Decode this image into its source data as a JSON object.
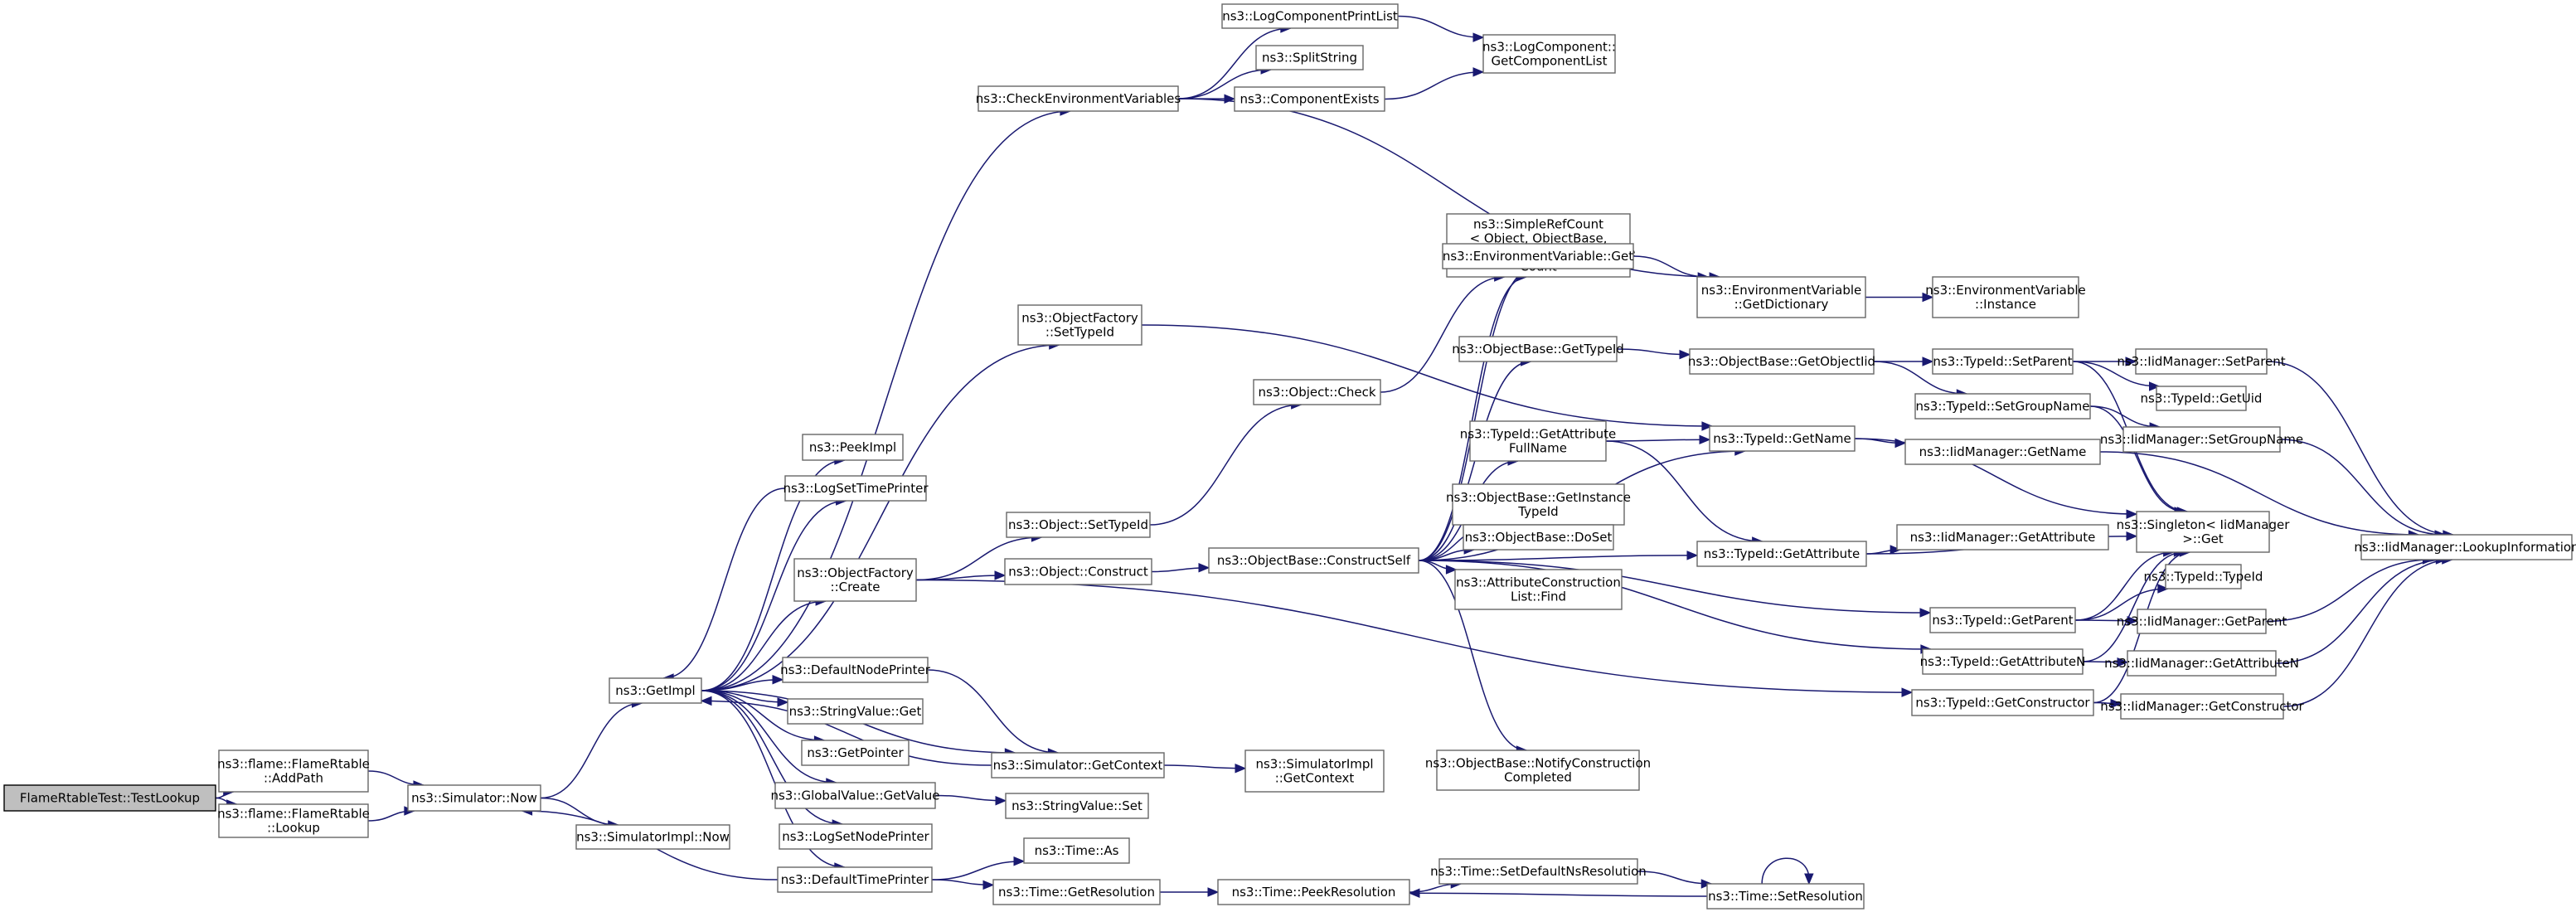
{
  "colors": {
    "edge": "#191970",
    "node_border": "#666666",
    "root_fill": "#bfbfbf"
  },
  "nodes": [
    {
      "id": "root",
      "lines": [
        "FlameRtableTest::TestLookup"
      ]
    },
    {
      "id": "addpath",
      "lines": [
        "ns3::flame::FlameRtable",
        "::AddPath"
      ]
    },
    {
      "id": "lookup",
      "lines": [
        "ns3::flame::FlameRtable",
        "::Lookup"
      ]
    },
    {
      "id": "simnow",
      "lines": [
        "ns3::Simulator::Now"
      ]
    },
    {
      "id": "getimpl",
      "lines": [
        "ns3::GetImpl"
      ]
    },
    {
      "id": "simimplnow",
      "lines": [
        "ns3::SimulatorImpl::Now"
      ]
    },
    {
      "id": "checkenv",
      "lines": [
        "ns3::CheckEnvironmentVariables"
      ]
    },
    {
      "id": "peekimpl",
      "lines": [
        "ns3::PeekImpl"
      ]
    },
    {
      "id": "logsettimeprinter",
      "lines": [
        "ns3::LogSetTimePrinter"
      ]
    },
    {
      "id": "objfactcreate",
      "lines": [
        "ns3::ObjectFactory",
        "::Create"
      ]
    },
    {
      "id": "defnodeprinter",
      "lines": [
        "ns3::DefaultNodePrinter"
      ]
    },
    {
      "id": "stringvalueget",
      "lines": [
        "ns3::StringValue::Get"
      ]
    },
    {
      "id": "getpointer",
      "lines": [
        "ns3::GetPointer"
      ]
    },
    {
      "id": "globalvalueget",
      "lines": [
        "ns3::GlobalValue::GetValue"
      ]
    },
    {
      "id": "logsetnodeprinter",
      "lines": [
        "ns3::LogSetNodePrinter"
      ]
    },
    {
      "id": "deftimeprinter",
      "lines": [
        "ns3::DefaultTimePrinter"
      ]
    },
    {
      "id": "logcompprintlist",
      "lines": [
        "ns3::LogComponentPrintList"
      ]
    },
    {
      "id": "splitstring",
      "lines": [
        "ns3::SplitString"
      ]
    },
    {
      "id": "compexists",
      "lines": [
        "ns3::ComponentExists"
      ]
    },
    {
      "id": "getcomplist",
      "lines": [
        "ns3::LogComponent::",
        "GetComponentList"
      ]
    },
    {
      "id": "objfactsettypeid",
      "lines": [
        "ns3::ObjectFactory",
        "::SetTypeId"
      ]
    },
    {
      "id": "objsettypeid",
      "lines": [
        "ns3::Object::SetTypeId"
      ]
    },
    {
      "id": "objconstruct",
      "lines": [
        "ns3::Object::Construct"
      ]
    },
    {
      "id": "objcheck",
      "lines": [
        "ns3::Object::Check"
      ]
    },
    {
      "id": "simgetcontext",
      "lines": [
        "ns3::Simulator::GetContext"
      ]
    },
    {
      "id": "stringvalueset",
      "lines": [
        "ns3::StringValue::Set"
      ]
    },
    {
      "id": "simimplgetcontext",
      "lines": [
        "ns3::SimulatorImpl",
        "::GetContext"
      ]
    },
    {
      "id": "timeas",
      "lines": [
        "ns3::Time::As"
      ]
    },
    {
      "id": "timegetres",
      "lines": [
        "ns3::Time::GetResolution"
      ]
    },
    {
      "id": "timepeekres",
      "lines": [
        "ns3::Time::PeekResolution"
      ]
    },
    {
      "id": "constructself",
      "lines": [
        "ns3::ObjectBase::ConstructSelf"
      ]
    },
    {
      "id": "simplerefcount",
      "lines": [
        "ns3::SimpleRefCount",
        "< Object, ObjectBase,",
        "ObjectDeleter >::GetReference",
        "Count"
      ]
    },
    {
      "id": "envvarget",
      "lines": [
        "ns3::EnvironmentVariable::Get"
      ]
    },
    {
      "id": "objbasegettypeid",
      "lines": [
        "ns3::ObjectBase::GetTypeId"
      ]
    },
    {
      "id": "typeidgetattrfullname",
      "lines": [
        "ns3::TypeId::GetAttribute",
        "FullName"
      ]
    },
    {
      "id": "objbasegetinsttypeid",
      "lines": [
        "ns3::ObjectBase::GetInstance",
        "TypeId"
      ]
    },
    {
      "id": "objbasedoset",
      "lines": [
        "ns3::ObjectBase::DoSet"
      ]
    },
    {
      "id": "attrconstrlistfind",
      "lines": [
        "ns3::AttributeConstruction",
        "List::Find"
      ]
    },
    {
      "id": "notifyconstrcompleted",
      "lines": [
        "ns3::ObjectBase::NotifyConstruction",
        "Completed"
      ]
    },
    {
      "id": "timesetdefnsres",
      "lines": [
        "ns3::Time::SetDefaultNsResolution"
      ]
    },
    {
      "id": "timesetres",
      "lines": [
        "ns3::Time::SetResolution"
      ]
    },
    {
      "id": "envvargetdict",
      "lines": [
        "ns3::EnvironmentVariable",
        "::GetDictionary"
      ]
    },
    {
      "id": "envvarinstance",
      "lines": [
        "ns3::EnvironmentVariable",
        "::Instance"
      ]
    },
    {
      "id": "objbasegetobjectiid",
      "lines": [
        "ns3::ObjectBase::GetObjectIid"
      ]
    },
    {
      "id": "typeidgetname",
      "lines": [
        "ns3::TypeId::GetName"
      ]
    },
    {
      "id": "typeidgetattribute",
      "lines": [
        "ns3::TypeId::GetAttribute"
      ]
    },
    {
      "id": "typeidsetparent",
      "lines": [
        "ns3::TypeId::SetParent"
      ]
    },
    {
      "id": "typeidsetgroupname",
      "lines": [
        "ns3::TypeId::SetGroupName"
      ]
    },
    {
      "id": "typeidgetparent",
      "lines": [
        "ns3::TypeId::GetParent"
      ]
    },
    {
      "id": "typeidgetattrn",
      "lines": [
        "ns3::TypeId::GetAttributeN"
      ]
    },
    {
      "id": "typeidgetconstructor",
      "lines": [
        "ns3::TypeId::GetConstructor"
      ]
    },
    {
      "id": "iidmgrgetname",
      "lines": [
        "ns3::IidManager::GetName"
      ]
    },
    {
      "id": "iidmgrgetattribute",
      "lines": [
        "ns3::IidManager::GetAttribute"
      ]
    },
    {
      "id": "singletonget",
      "lines": [
        "ns3::Singleton< IidManager",
        ">::Get"
      ]
    },
    {
      "id": "typeidtypeid",
      "lines": [
        "ns3::TypeId::TypeId"
      ]
    },
    {
      "id": "iidmgrsetparent",
      "lines": [
        "ns3::IidManager::SetParent"
      ]
    },
    {
      "id": "typeidgetuid",
      "lines": [
        "ns3::TypeId::GetUid"
      ]
    },
    {
      "id": "iidmgrsetgroupname",
      "lines": [
        "ns3::IidManager::SetGroupName"
      ]
    },
    {
      "id": "iidmgrgetparent",
      "lines": [
        "ns3::IidManager::GetParent"
      ]
    },
    {
      "id": "iidmgrgetattrn",
      "lines": [
        "ns3::IidManager::GetAttributeN"
      ]
    },
    {
      "id": "iidmgrgetconstructor",
      "lines": [
        "ns3::IidManager::GetConstructor"
      ]
    },
    {
      "id": "iidmgrlookupinfo",
      "lines": [
        "ns3::IidManager::LookupInformation"
      ]
    }
  ],
  "edges": [
    [
      "root",
      "addpath"
    ],
    [
      "root",
      "lookup"
    ],
    [
      "addpath",
      "simnow"
    ],
    [
      "lookup",
      "simnow"
    ],
    [
      "simnow",
      "getimpl"
    ],
    [
      "simnow",
      "simimplnow"
    ],
    [
      "getimpl",
      "checkenv"
    ],
    [
      "getimpl",
      "peekimpl"
    ],
    [
      "getimpl",
      "logsettimeprinter"
    ],
    [
      "getimpl",
      "objfactcreate"
    ],
    [
      "getimpl",
      "defnodeprinter"
    ],
    [
      "getimpl",
      "stringvalueget"
    ],
    [
      "getimpl",
      "getpointer"
    ],
    [
      "getimpl",
      "globalvalueget"
    ],
    [
      "getimpl",
      "logsetnodeprinter"
    ],
    [
      "getimpl",
      "deftimeprinter"
    ],
    [
      "getimpl",
      "simgetcontext"
    ],
    [
      "getimpl",
      "objfactsettypeid"
    ],
    [
      "checkenv",
      "logcompprintlist"
    ],
    [
      "checkenv",
      "splitstring"
    ],
    [
      "checkenv",
      "compexists"
    ],
    [
      "checkenv",
      "envvargetdict"
    ],
    [
      "logcompprintlist",
      "getcomplist"
    ],
    [
      "compexists",
      "getcomplist"
    ],
    [
      "logsettimeprinter",
      "getimpl"
    ],
    [
      "objfactcreate",
      "objsettypeid"
    ],
    [
      "objfactcreate",
      "objconstruct"
    ],
    [
      "objfactcreate",
      "typeidgetconstructor"
    ],
    [
      "objfactsettypeid",
      "typeidgetname"
    ],
    [
      "objsettypeid",
      "objcheck"
    ],
    [
      "objcheck",
      "simplerefcount"
    ],
    [
      "objconstruct",
      "constructself"
    ],
    [
      "defnodeprinter",
      "simgetcontext"
    ],
    [
      "simgetcontext",
      "getimpl"
    ],
    [
      "simgetcontext",
      "simimplgetcontext"
    ],
    [
      "globalvalueget",
      "stringvalueset"
    ],
    [
      "deftimeprinter",
      "simnow"
    ],
    [
      "deftimeprinter",
      "timeas"
    ],
    [
      "deftimeprinter",
      "timegetres"
    ],
    [
      "timegetres",
      "timepeekres"
    ],
    [
      "timepeekres",
      "timesetdefnsres"
    ],
    [
      "timesetdefnsres",
      "timesetres"
    ],
    [
      "timesetres",
      "timepeekres"
    ],
    [
      "timesetres",
      "timesetres"
    ],
    [
      "constructself",
      "simplerefcount"
    ],
    [
      "constructself",
      "envvarget"
    ],
    [
      "constructself",
      "objbasegettypeid"
    ],
    [
      "constructself",
      "typeidgetname"
    ],
    [
      "constructself",
      "typeidgetattrfullname"
    ],
    [
      "constructself",
      "objbasegetinsttypeid"
    ],
    [
      "constructself",
      "objbasedoset"
    ],
    [
      "constructself",
      "attrconstrlistfind"
    ],
    [
      "constructself",
      "typeidgetattribute"
    ],
    [
      "constructself",
      "typeidgetparent"
    ],
    [
      "constructself",
      "typeidgetattrn"
    ],
    [
      "constructself",
      "notifyconstrcompleted"
    ],
    [
      "envvarget",
      "envvargetdict"
    ],
    [
      "envvargetdict",
      "envvarinstance"
    ],
    [
      "objbasegettypeid",
      "objbasegetobjectiid"
    ],
    [
      "objbasegetobjectiid",
      "typeidsetparent"
    ],
    [
      "objbasegetobjectiid",
      "typeidsetgroupname"
    ],
    [
      "typeidgetattrfullname",
      "typeidgetname"
    ],
    [
      "typeidgetattrfullname",
      "typeidgetattribute"
    ],
    [
      "typeidgetname",
      "iidmgrgetname"
    ],
    [
      "typeidgetname",
      "singletonget"
    ],
    [
      "typeidgetattribute",
      "iidmgrgetattribute"
    ],
    [
      "typeidgetattribute",
      "singletonget"
    ],
    [
      "typeidsetparent",
      "iidmgrsetparent"
    ],
    [
      "typeidsetparent",
      "typeidgetuid"
    ],
    [
      "typeidsetparent",
      "singletonget"
    ],
    [
      "typeidsetgroupname",
      "iidmgrsetgroupname"
    ],
    [
      "typeidsetgroupname",
      "singletonget"
    ],
    [
      "typeidgetparent",
      "singletonget"
    ],
    [
      "typeidgetparent",
      "typeidtypeid"
    ],
    [
      "typeidgetparent",
      "iidmgrgetparent"
    ],
    [
      "typeidgetattrn",
      "singletonget"
    ],
    [
      "typeidgetattrn",
      "iidmgrgetattrn"
    ],
    [
      "typeidgetconstructor",
      "singletonget"
    ],
    [
      "typeidgetconstructor",
      "iidmgrgetconstructor"
    ],
    [
      "iidmgrgetname",
      "iidmgrlookupinfo"
    ],
    [
      "iidmgrsetparent",
      "iidmgrlookupinfo"
    ],
    [
      "iidmgrsetgroupname",
      "iidmgrlookupinfo"
    ],
    [
      "iidmgrgetparent",
      "iidmgrlookupinfo"
    ],
    [
      "iidmgrgetattrn",
      "iidmgrlookupinfo"
    ],
    [
      "iidmgrgetconstructor",
      "iidmgrlookupinfo"
    ]
  ]
}
